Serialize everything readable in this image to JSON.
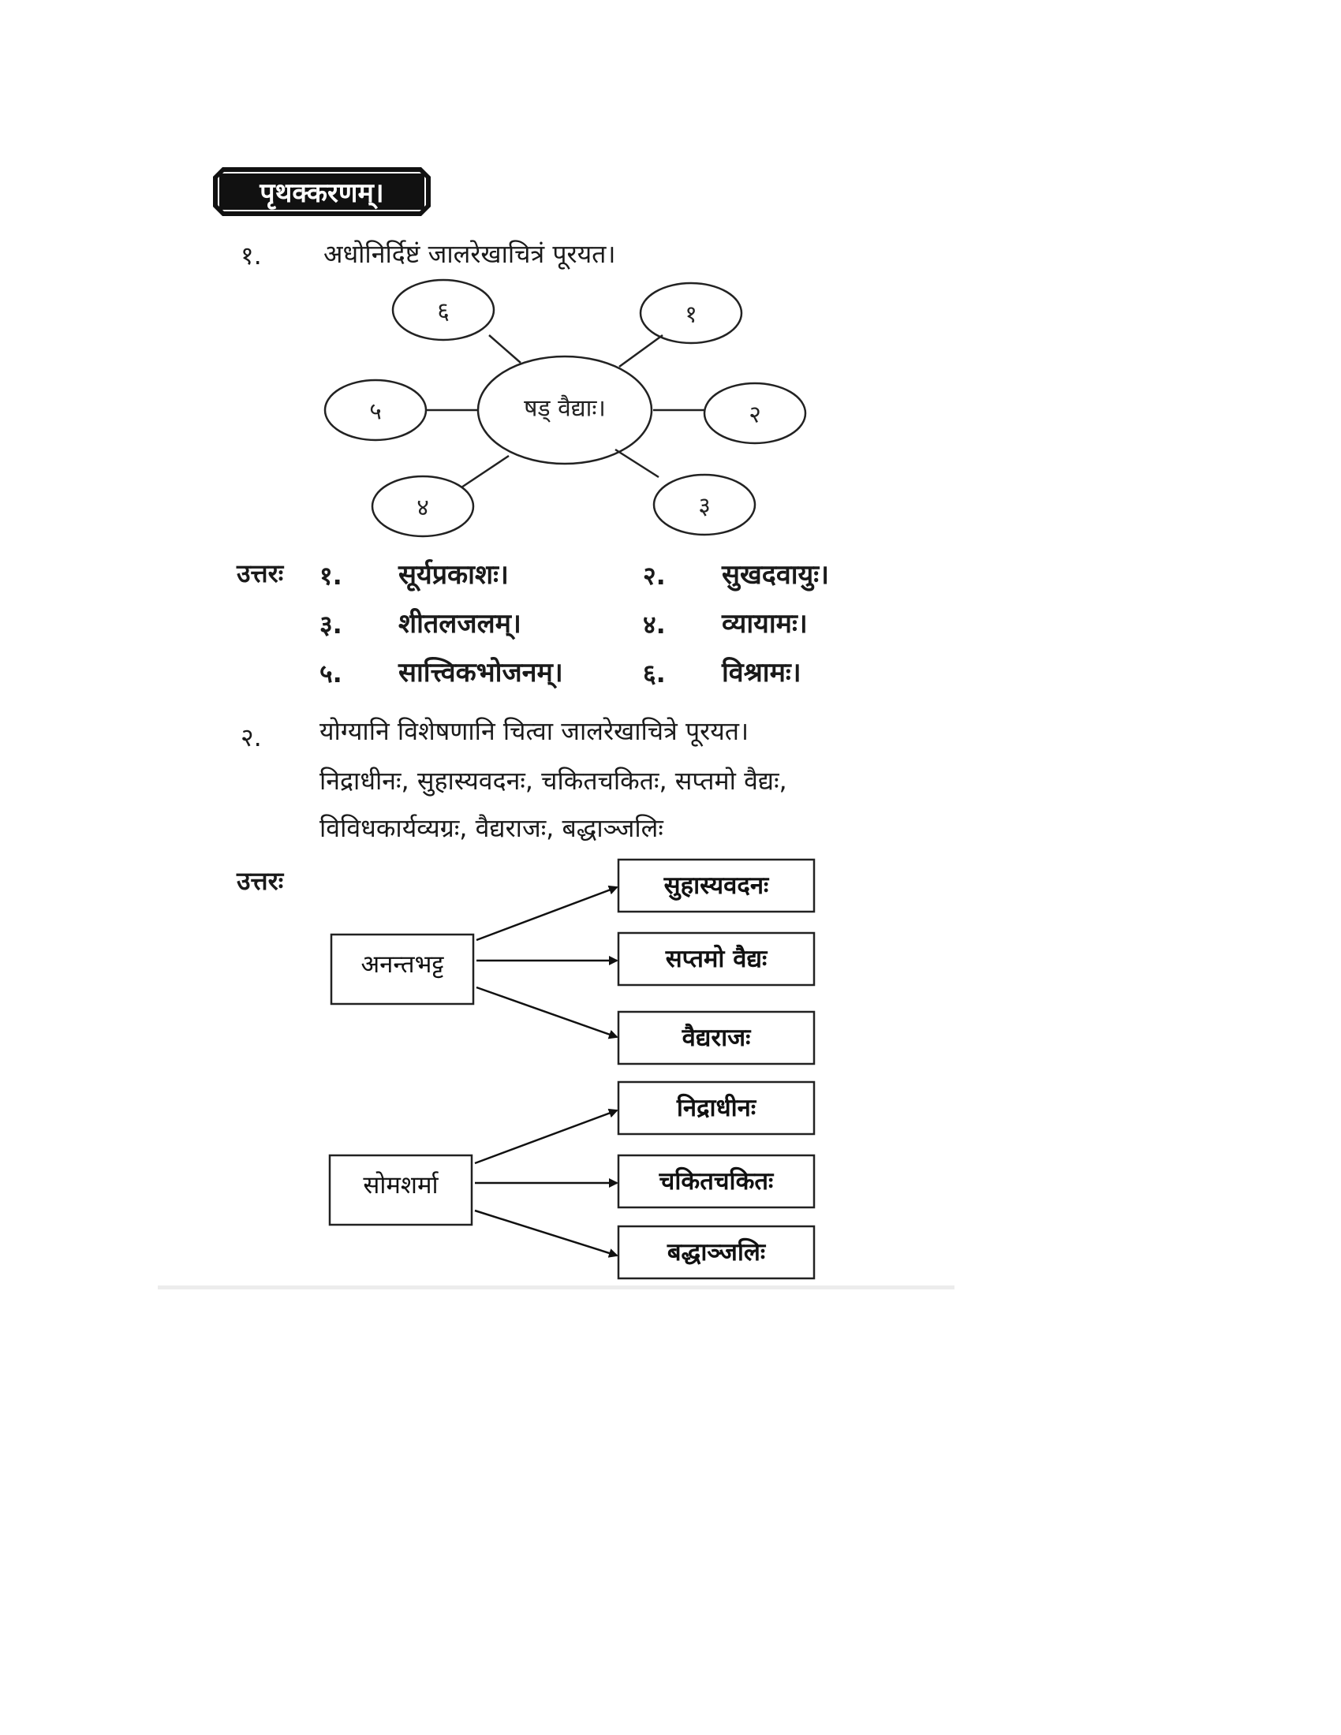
{
  "heading": "पृथक्करणम्।",
  "q1": {
    "number": "१.",
    "text": "अधोनिर्दिष्टं जालरेखाचित्रं पूरयत।",
    "center": "षड् वैद्याः।",
    "nodes": [
      "१",
      "२",
      "३",
      "४",
      "५",
      "६"
    ]
  },
  "ans1": {
    "label": "उत्तरः",
    "items": [
      {
        "num": "१.",
        "text": "सूर्यप्रकाशः।"
      },
      {
        "num": "२.",
        "text": "सुखदवायुः।"
      },
      {
        "num": "३.",
        "text": "शीतलजलम्।"
      },
      {
        "num": "४.",
        "text": "व्यायामः।"
      },
      {
        "num": "५.",
        "text": "सात्त्विकभोजनम्।"
      },
      {
        "num": "६.",
        "text": "विश्रामः।"
      }
    ]
  },
  "q2": {
    "number": "२.",
    "text": "योग्यानि विशेषणानि चित्वा जालरेखाचित्रे पूरयत।",
    "options_line1": "निद्राधीनः, सुहास्यवदनः, चकितचकितः, सप्तमो वैद्यः,",
    "options_line2": "विविधकार्यव्यग्रः, वैद्यराजः, बद्धाञ्जलिः"
  },
  "ans2": {
    "label": "उत्तरः",
    "groups": [
      {
        "source": "अनन्तभट्ट",
        "targets": [
          "सुहास्यवदनः",
          "सप्तमो वैद्यः",
          "वैद्यराजः"
        ]
      },
      {
        "source": "सोमशर्मा",
        "targets": [
          "निद्राधीनः",
          "चकितचकितः",
          "बद्धाञ्जलिः"
        ]
      }
    ]
  }
}
